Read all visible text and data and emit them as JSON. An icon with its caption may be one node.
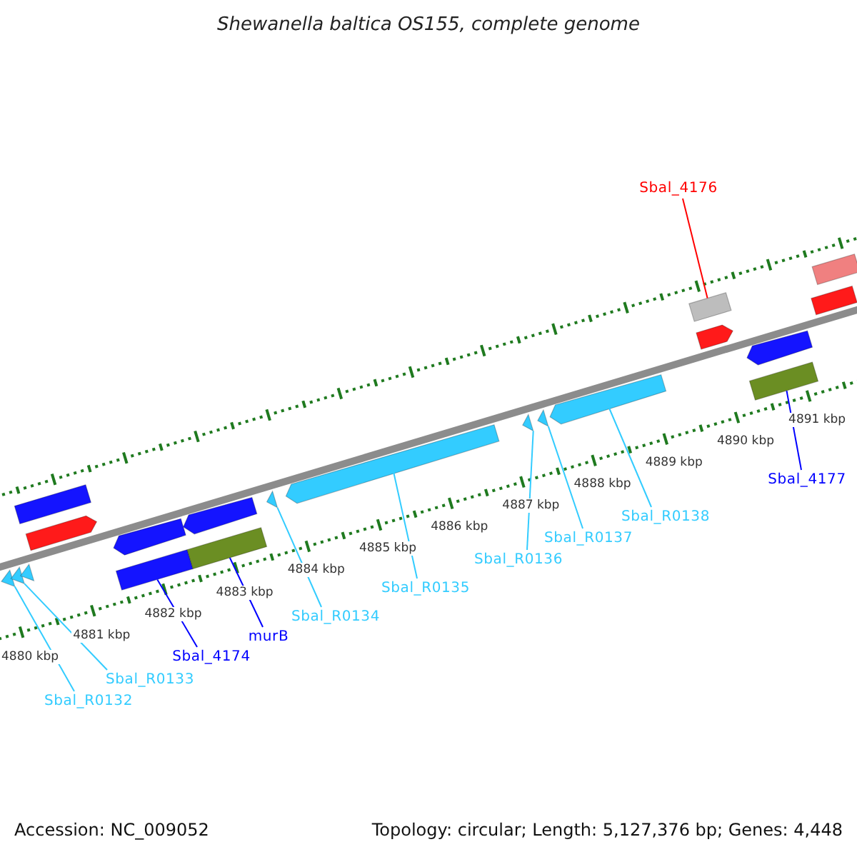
{
  "diagram": {
    "title": "Shewanella baltica OS155, complete genome",
    "nodes": [
      {
        "text": [
          "Sbal_4176"
        ]
      },
      {
        "text": [
          "Sbal_4177"
        ]
      },
      {
        "text": [
          "Sbal_R0138"
        ]
      },
      {
        "text": [
          "Sbal_R0137"
        ]
      },
      {
        "text": [
          "Sbal_R0136"
        ]
      },
      {
        "text": [
          "Sbal_R0135"
        ]
      },
      {
        "text": [
          "Sbal_R0134"
        ]
      },
      {
        "text": [
          "murB"
        ]
      },
      {
        "text": [
          "Sbal_4174"
        ]
      },
      {
        "text": [
          "Sbal_R0133"
        ]
      },
      {
        "text": [
          "Sbal_R0132"
        ]
      },
      {
        "text": [],
        "shape": "arrow"
      },
      {
        "text": [],
        "shape": "arrow"
      },
      {
        "text": [],
        "shape": "arrow"
      },
      {
        "text": [],
        "shape": "arrow"
      },
      {
        "text": [],
        "shape": "arrow"
      },
      {
        "text": [],
        "shape": "arrow"
      },
      {
        "text": [],
        "shape": "arrow"
      },
      {
        "text": [],
        "shape": "arrow"
      },
      {
        "text": [],
        "shape": "arrow"
      },
      {
        "text": [],
        "shape": "arrow"
      },
      {
        "text": [],
        "shape": "arrow"
      },
      {
        "text": [],
        "shape": "arrow"
      },
      {
        "text": [],
        "shape": "arrow"
      },
      {
        "text": [],
        "shape": "arrow"
      },
      {
        "text": [],
        "shape": "arrow"
      },
      {
        "text": [],
        "shape": "arrow"
      },
      {
        "text": [],
        "shape": "arrow"
      },
      {
        "text": [],
        "shape": "arrow"
      },
      {
        "text": [],
        "shape": "arrow"
      },
      {
        "text": [],
        "shape": "arrow"
      }
    ],
    "edges": [
      {
        "from": 0,
        "to": 25,
        "arrow": "none",
        "color": "#ff0000"
      },
      {
        "from": 1,
        "to": 27,
        "arrow": "none",
        "color": "#0000ff"
      },
      {
        "from": 2,
        "to": 24,
        "arrow": "none"
      },
      {
        "from": 3,
        "to": 23,
        "arrow": "none"
      },
      {
        "from": 4,
        "to": 22,
        "arrow": "none"
      },
      {
        "from": 5,
        "to": 21,
        "arrow": "none"
      },
      {
        "from": 6,
        "to": 20,
        "arrow": "none"
      },
      {
        "from": 7,
        "to": 18,
        "arrow": "none",
        "color": "#0000ff"
      },
      {
        "from": 8,
        "to": 16,
        "arrow": "none",
        "color": "#0000ff"
      },
      {
        "from": 9,
        "to": 12,
        "arrow": "none"
      },
      {
        "from": 10,
        "to": 11,
        "arrow": "none"
      }
    ],
    "labels": [
      "4880 kbp",
      "4881 kbp",
      "4882 kbp",
      "4883 kbp",
      "4884 kbp",
      "4885 kbp",
      "4886 kbp",
      "4887 kbp",
      "4888 kbp",
      "4889 kbp",
      "4890 kbp",
      "4891 kbp",
      "Accession: NC_009052",
      "Topology: circular; Length: 5,127,376 bp; Genes: 4,448"
    ]
  }
}
